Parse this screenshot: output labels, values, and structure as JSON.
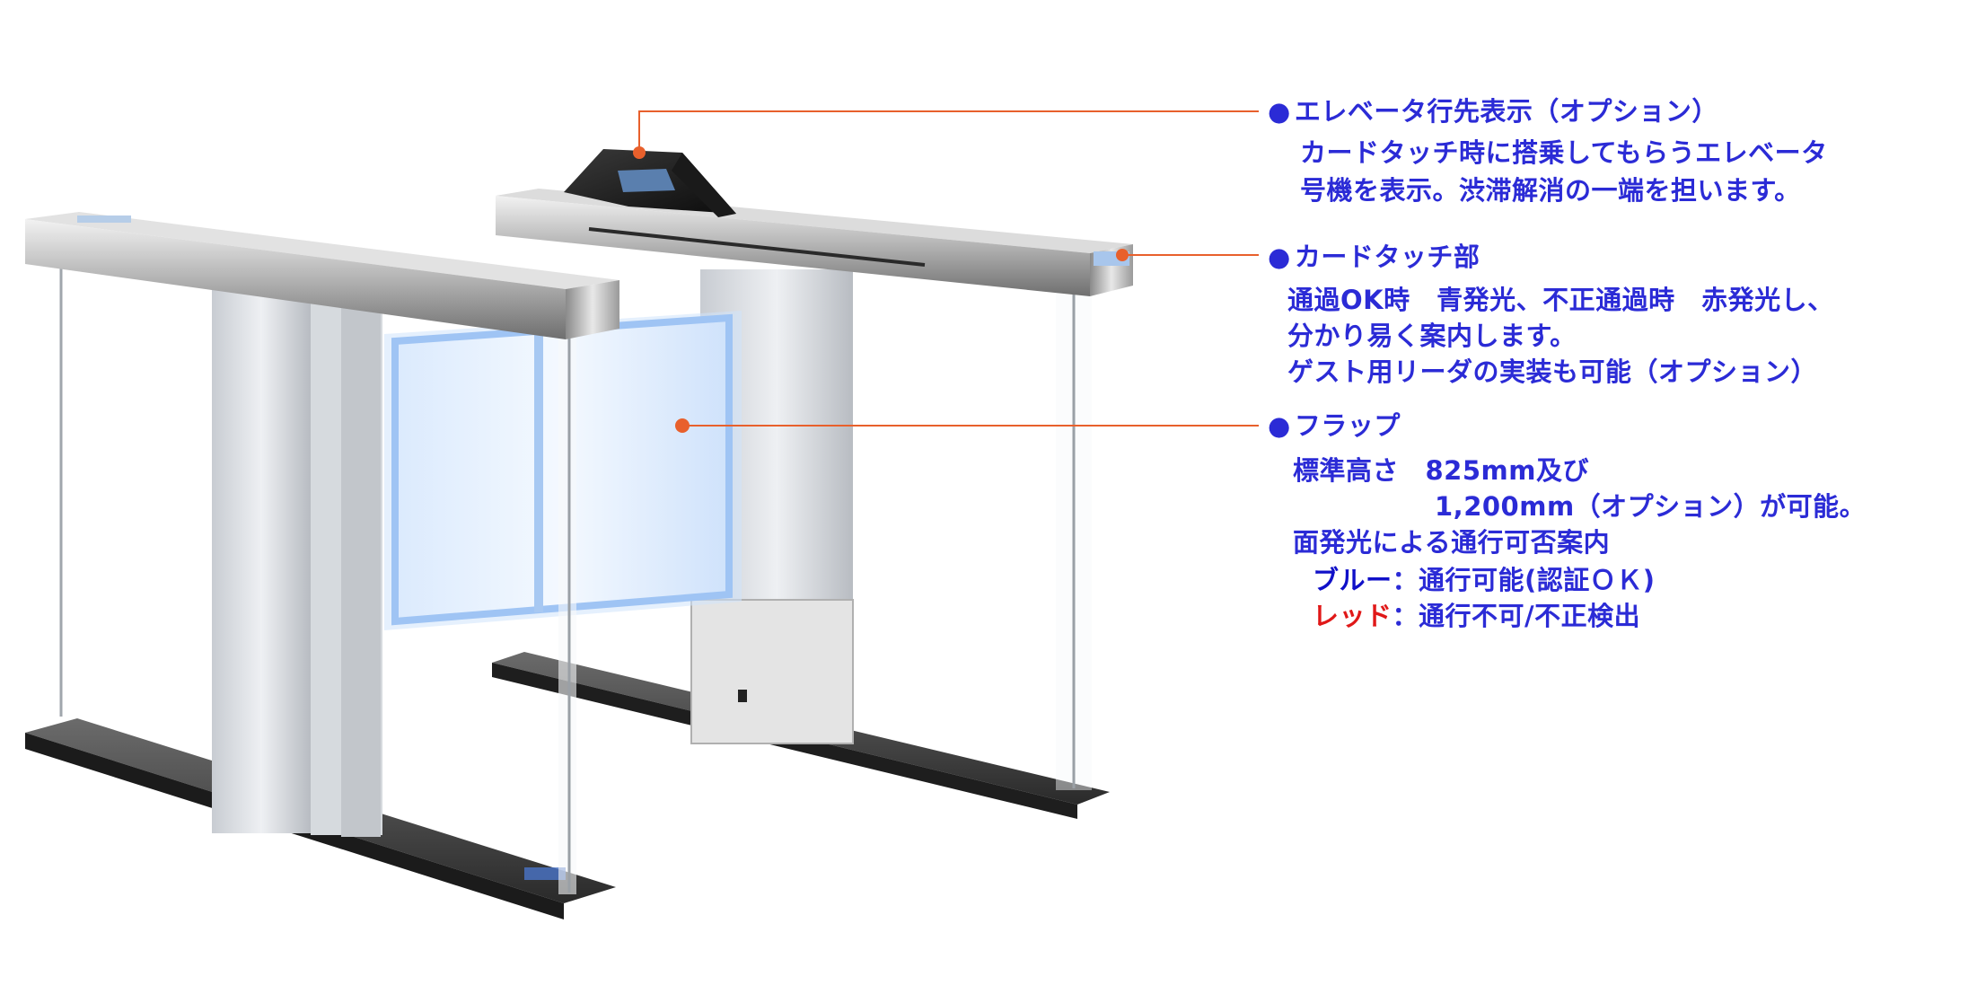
{
  "colors": {
    "text": "#2b2bd6",
    "callout_line": "#e8602c",
    "callout_dot": "#e8602c",
    "blue_label": "#1010c8",
    "red_label": "#e01818"
  },
  "annotations": {
    "elevator": {
      "bullet": "●",
      "title": "エレベータ行先表示（オプション）",
      "line1": "カードタッチ時に搭乗してもらうエレベータ",
      "line2": "号機を表示。渋滞解消の一端を担います。"
    },
    "card_touch": {
      "bullet": "●",
      "title": "カードタッチ部",
      "line1": "通過OK時　青発光、不正通過時　赤発光し、",
      "line2": "分かり易く案内します。",
      "line3": "ゲスト用リーダの実装も可能（オプション）"
    },
    "flap": {
      "bullet": "●",
      "title": "フラップ",
      "line1": "標準高さ　825mm及び",
      "line2": "1,200mm（オプション）が可能。",
      "line3": "面発光による通行可否案内",
      "blue_label": "ブルー",
      "blue_text": "：通行可能(認証ＯＫ)",
      "red_label": "レッド",
      "red_text": "：通行不可/不正検出"
    }
  }
}
